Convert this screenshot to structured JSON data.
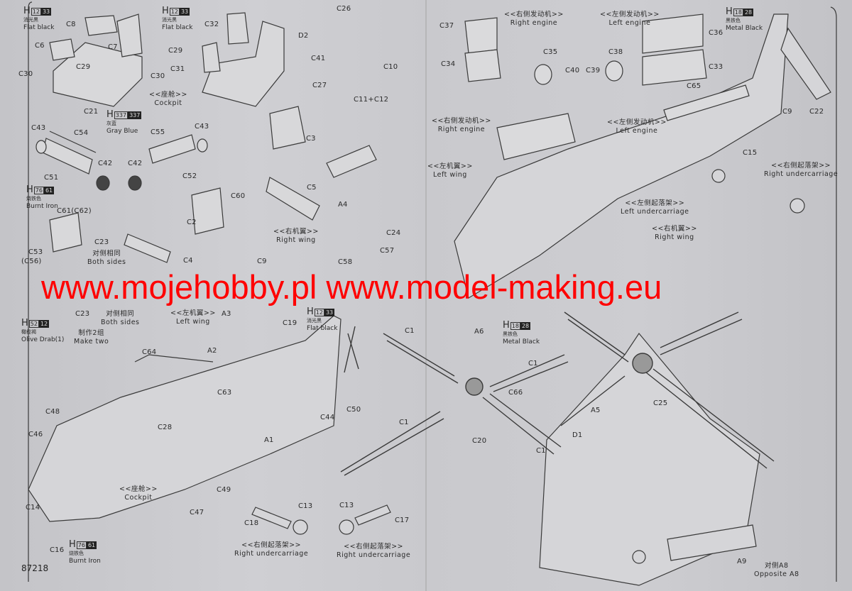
{
  "sheet_number": "87218",
  "watermark": "www.mojehobby.pl www.model-making.eu",
  "part_labels": {
    "p1": "C8",
    "p2": "C6",
    "p3": "C7",
    "p4": "C29",
    "p5": "C29",
    "p6": "C30",
    "p7": "C30",
    "p8": "C21",
    "p9": "C32",
    "p10": "C31",
    "p11": "C26",
    "p12": "D2",
    "p13": "C41",
    "p14": "C10",
    "p15": "C27",
    "p16": "C11+C12",
    "p17": "C43",
    "p18": "C54",
    "p19": "C42",
    "p20": "C51",
    "p21": "C55",
    "p22": "C43",
    "p23": "C42",
    "p24": "C52",
    "p25": "C3",
    "p26": "C60",
    "p27": "C5",
    "p28": "A4",
    "p29": "C61(C62)",
    "p30": "C23",
    "p31": "C2",
    "p32": "C4",
    "p33": "C9",
    "p34": "A3",
    "p35": "C24",
    "p36": "C57",
    "p37": "C58",
    "p38": "C53",
    "p39": "(C56)",
    "p40": "C23",
    "p41": "C19",
    "p42": "C1",
    "p43": "C64",
    "p44": "A2",
    "p45": "C63",
    "p46": "C48",
    "p47": "C28",
    "p48": "C46",
    "p49": "A1",
    "p50": "C44",
    "p51": "C50",
    "p52": "C49",
    "p53": "C47",
    "p54": "C14",
    "p55": "C13",
    "p56": "C18",
    "p57": "C16",
    "p58": "C13",
    "p59": "C17",
    "p60": "C37",
    "p61": "C36",
    "p62": "C35",
    "p63": "C34",
    "p64": "C40",
    "p65": "C39",
    "p66": "C38",
    "p67": "C33",
    "p68": "C65",
    "p69": "C9",
    "p70": "C22",
    "p71": "C15",
    "p72": "A6",
    "p73": "C1",
    "p74": "C66",
    "p75": "C20",
    "p76": "C1",
    "p77": "C1",
    "p78": "C25",
    "p79": "A5",
    "p80": "D1",
    "p81": "A9"
  },
  "sections": {
    "s1": {
      "cn": "<<座舱>>",
      "en": "Cockpit"
    },
    "s2": {
      "cn": "<<右机翼>>",
      "en": "Right wing"
    },
    "s3": {
      "cn": "<<左机翼>>",
      "en": "Left wing"
    },
    "s4": {
      "cn": "<<座舱>>",
      "en": "Cockpit"
    },
    "s5": {
      "cn": "<<右侧起落架>>",
      "en": "Right undercarriage"
    },
    "s6": {
      "cn": "<<右侧起落架>>",
      "en": "Right undercarriage"
    },
    "s7": {
      "cn": "<<右侧发动机>>",
      "en": "Right engine"
    },
    "s8": {
      "cn": "<<左侧发动机>>",
      "en": "Left engine"
    },
    "s9": {
      "cn": "<<右侧发动机>>",
      "en": "Right engine"
    },
    "s10": {
      "cn": "<<左侧发动机>>",
      "en": "Left engine"
    },
    "s11": {
      "cn": "<<左机翼>>",
      "en": "Left wing"
    },
    "s12": {
      "cn": "<<右侧起落架>>",
      "en": "Right undercarriage"
    },
    "s13": {
      "cn": "<<左侧起落架>>",
      "en": "Left undercarriage"
    },
    "s14": {
      "cn": "<<右机翼>>",
      "en": "Right wing"
    },
    "n1": {
      "cn": "对侧相同",
      "en": "Both sides"
    },
    "n2": {
      "cn": "对侧相同",
      "en": "Both sides"
    },
    "n3": {
      "cn": "制作2组",
      "en": "Make two"
    },
    "n4": {
      "cn": "对侧A8",
      "en": "Opposite A8"
    }
  },
  "color_callouts": {
    "k1": {
      "code": "H",
      "num1": "12",
      "num2": "33",
      "cn": "消光黑",
      "en": "Flat black"
    },
    "k2": {
      "code": "H",
      "num1": "12",
      "num2": "33",
      "cn": "消光黑",
      "en": "Flat black"
    },
    "k3": {
      "code": "H",
      "num1": "337",
      "num2": "337",
      "cn": "灰蓝",
      "en": "Gray Blue"
    },
    "k4": {
      "code": "H",
      "num1": "76",
      "num2": "61",
      "cn": "烧铁色",
      "en": "Burnt Iron"
    },
    "k5": {
      "code": "H",
      "num1": "52",
      "num2": "12",
      "cn": "橄榄褐",
      "en": "Olive Drab(1)"
    },
    "k6": {
      "code": "H",
      "num1": "12",
      "num2": "33",
      "cn": "消光黑",
      "en": "Flat black"
    },
    "k7": {
      "code": "H",
      "num1": "76",
      "num2": "61",
      "cn": "烧铁色",
      "en": "Burnt Iron"
    },
    "k8": {
      "code": "H",
      "num1": "18",
      "num2": "28",
      "cn": "黑铁色",
      "en": "Metal Black"
    },
    "k9": {
      "code": "H",
      "num1": "18",
      "num2": "28",
      "cn": "黑铁色",
      "en": "Metal Black"
    }
  },
  "colors": {
    "watermark": "#ff0000",
    "line": "#333333",
    "paper": "#cbcbcf"
  }
}
